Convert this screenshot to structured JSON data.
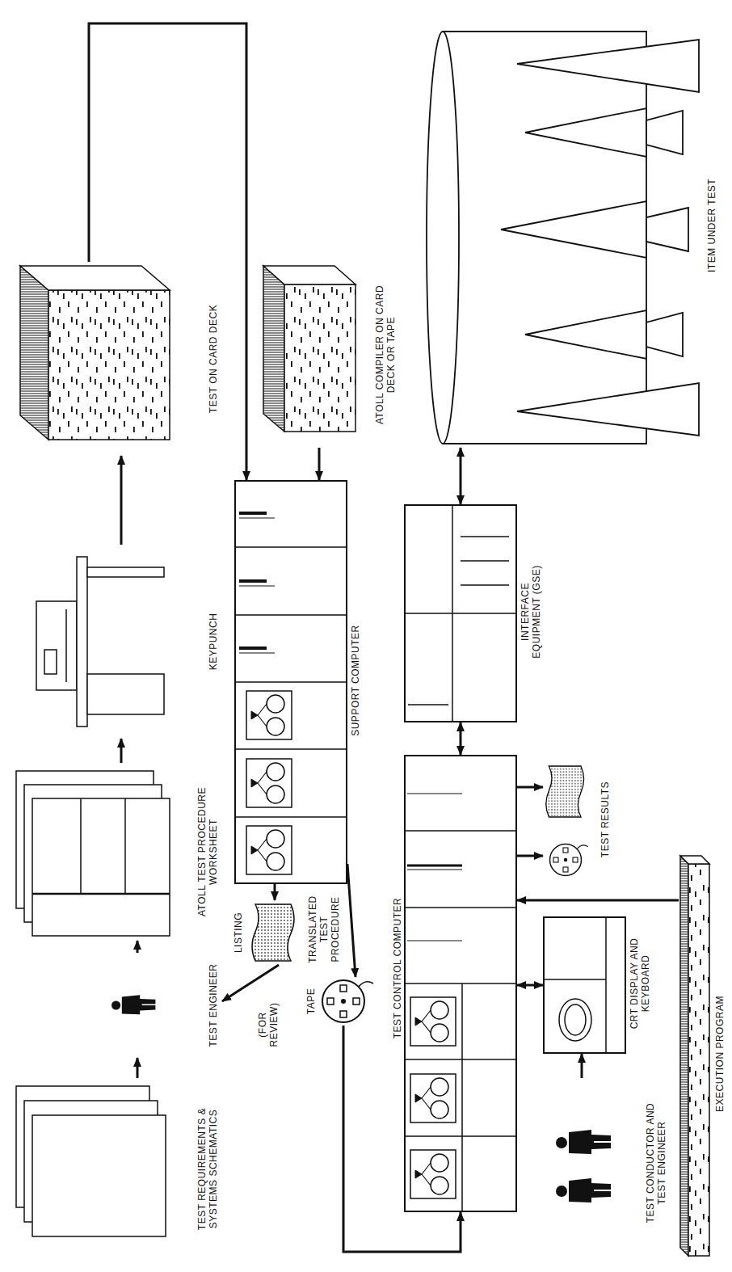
{
  "diagram": {
    "nodes": [
      {
        "text": [
          "TEST REQUIREMENTS & SYSTEMS SCHEMATICS"
        ]
      },
      {
        "text": [
          "TEST ENGINEER"
        ]
      },
      {
        "text": [
          "ATOLL TEST PROCEDURE WORKSHEET"
        ]
      },
      {
        "text": [
          "KEYPUNCH"
        ]
      },
      {
        "text": [
          "TEST ON CARD DECK"
        ]
      },
      {
        "text": [
          "SUPPORT COMPUTER"
        ]
      },
      {
        "text": [
          "ATOLL COMPILER ON CARD DECK OR TAPE"
        ]
      },
      {
        "text": [
          "LISTING"
        ]
      },
      {
        "text": [
          "TAPE"
        ]
      },
      {
        "text": [
          "TEST CONTROL COMPUTER"
        ]
      },
      {
        "text": [
          "INTERFACE EQUIPMENT (GSE)"
        ]
      },
      {
        "text": [
          "ITEM UNDER TEST"
        ]
      },
      {
        "text": [
          "CRT DISPLAY AND KEYBOARD"
        ]
      },
      {
        "text": [
          "TEST CONDUCTOR AND TEST ENGINEER"
        ]
      },
      {
        "text": [
          "TEST RESULTS"
        ]
      },
      {
        "text": [
          "EXECUTION PROGRAM"
        ]
      }
    ],
    "edges": [
      {
        "from": 0,
        "to": 1,
        "arrow": "to"
      },
      {
        "from": 1,
        "to": 2,
        "arrow": "to"
      },
      {
        "from": 2,
        "to": 3,
        "arrow": "to"
      },
      {
        "from": 3,
        "to": 4,
        "arrow": "to"
      },
      {
        "from": 4,
        "to": 5,
        "arrow": "to"
      },
      {
        "from": 6,
        "to": 5,
        "arrow": "to"
      },
      {
        "from": 5,
        "to": 7,
        "arrow": "to"
      },
      {
        "from": 7,
        "to": 1,
        "label": "(FOR REVIEW)",
        "arrow": "to"
      },
      {
        "from": 5,
        "to": 8,
        "label": "TRANSLATED TEST PROCEDURE",
        "arrow": "to"
      },
      {
        "from": 8,
        "to": 9,
        "arrow": "to"
      },
      {
        "from": 9,
        "to": 10,
        "arrow": "both"
      },
      {
        "from": 10,
        "to": 11,
        "arrow": "both"
      },
      {
        "from": 9,
        "to": 12,
        "arrow": "both"
      },
      {
        "from": 13,
        "to": 12,
        "arrow": "to"
      },
      {
        "from": 9,
        "to": 14,
        "arrow": "to"
      },
      {
        "from": 9,
        "to": 14,
        "arrow": "to"
      },
      {
        "from": 15,
        "to": 9,
        "arrow": "to"
      }
    ]
  }
}
